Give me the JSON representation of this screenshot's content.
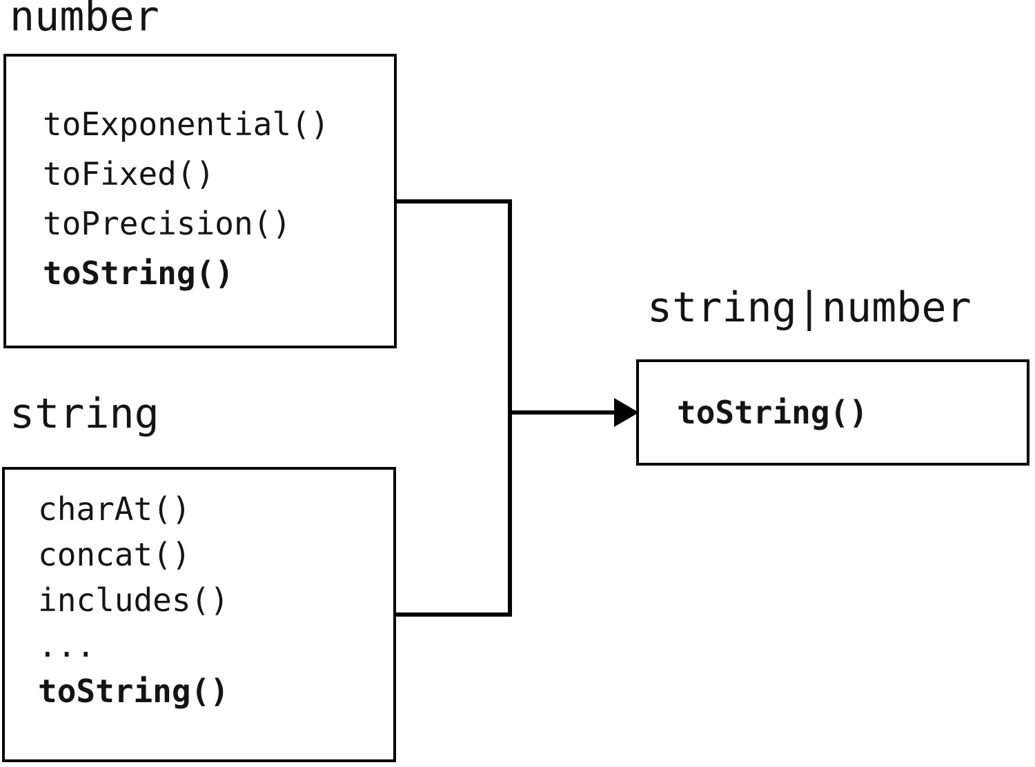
{
  "number_box": {
    "label": "number",
    "methods": [
      "toExponential()",
      "toFixed()",
      "toPrecision()"
    ],
    "bold_method": "toString()"
  },
  "string_box": {
    "label": "string",
    "methods": [
      "charAt()",
      "concat()",
      "includes()",
      "..."
    ],
    "bold_method": "toString()"
  },
  "result_box": {
    "label": "string|number",
    "bold_method": "toString()"
  },
  "colors": {
    "line": "#000000",
    "background": "#ffffff",
    "text": "#141414"
  }
}
